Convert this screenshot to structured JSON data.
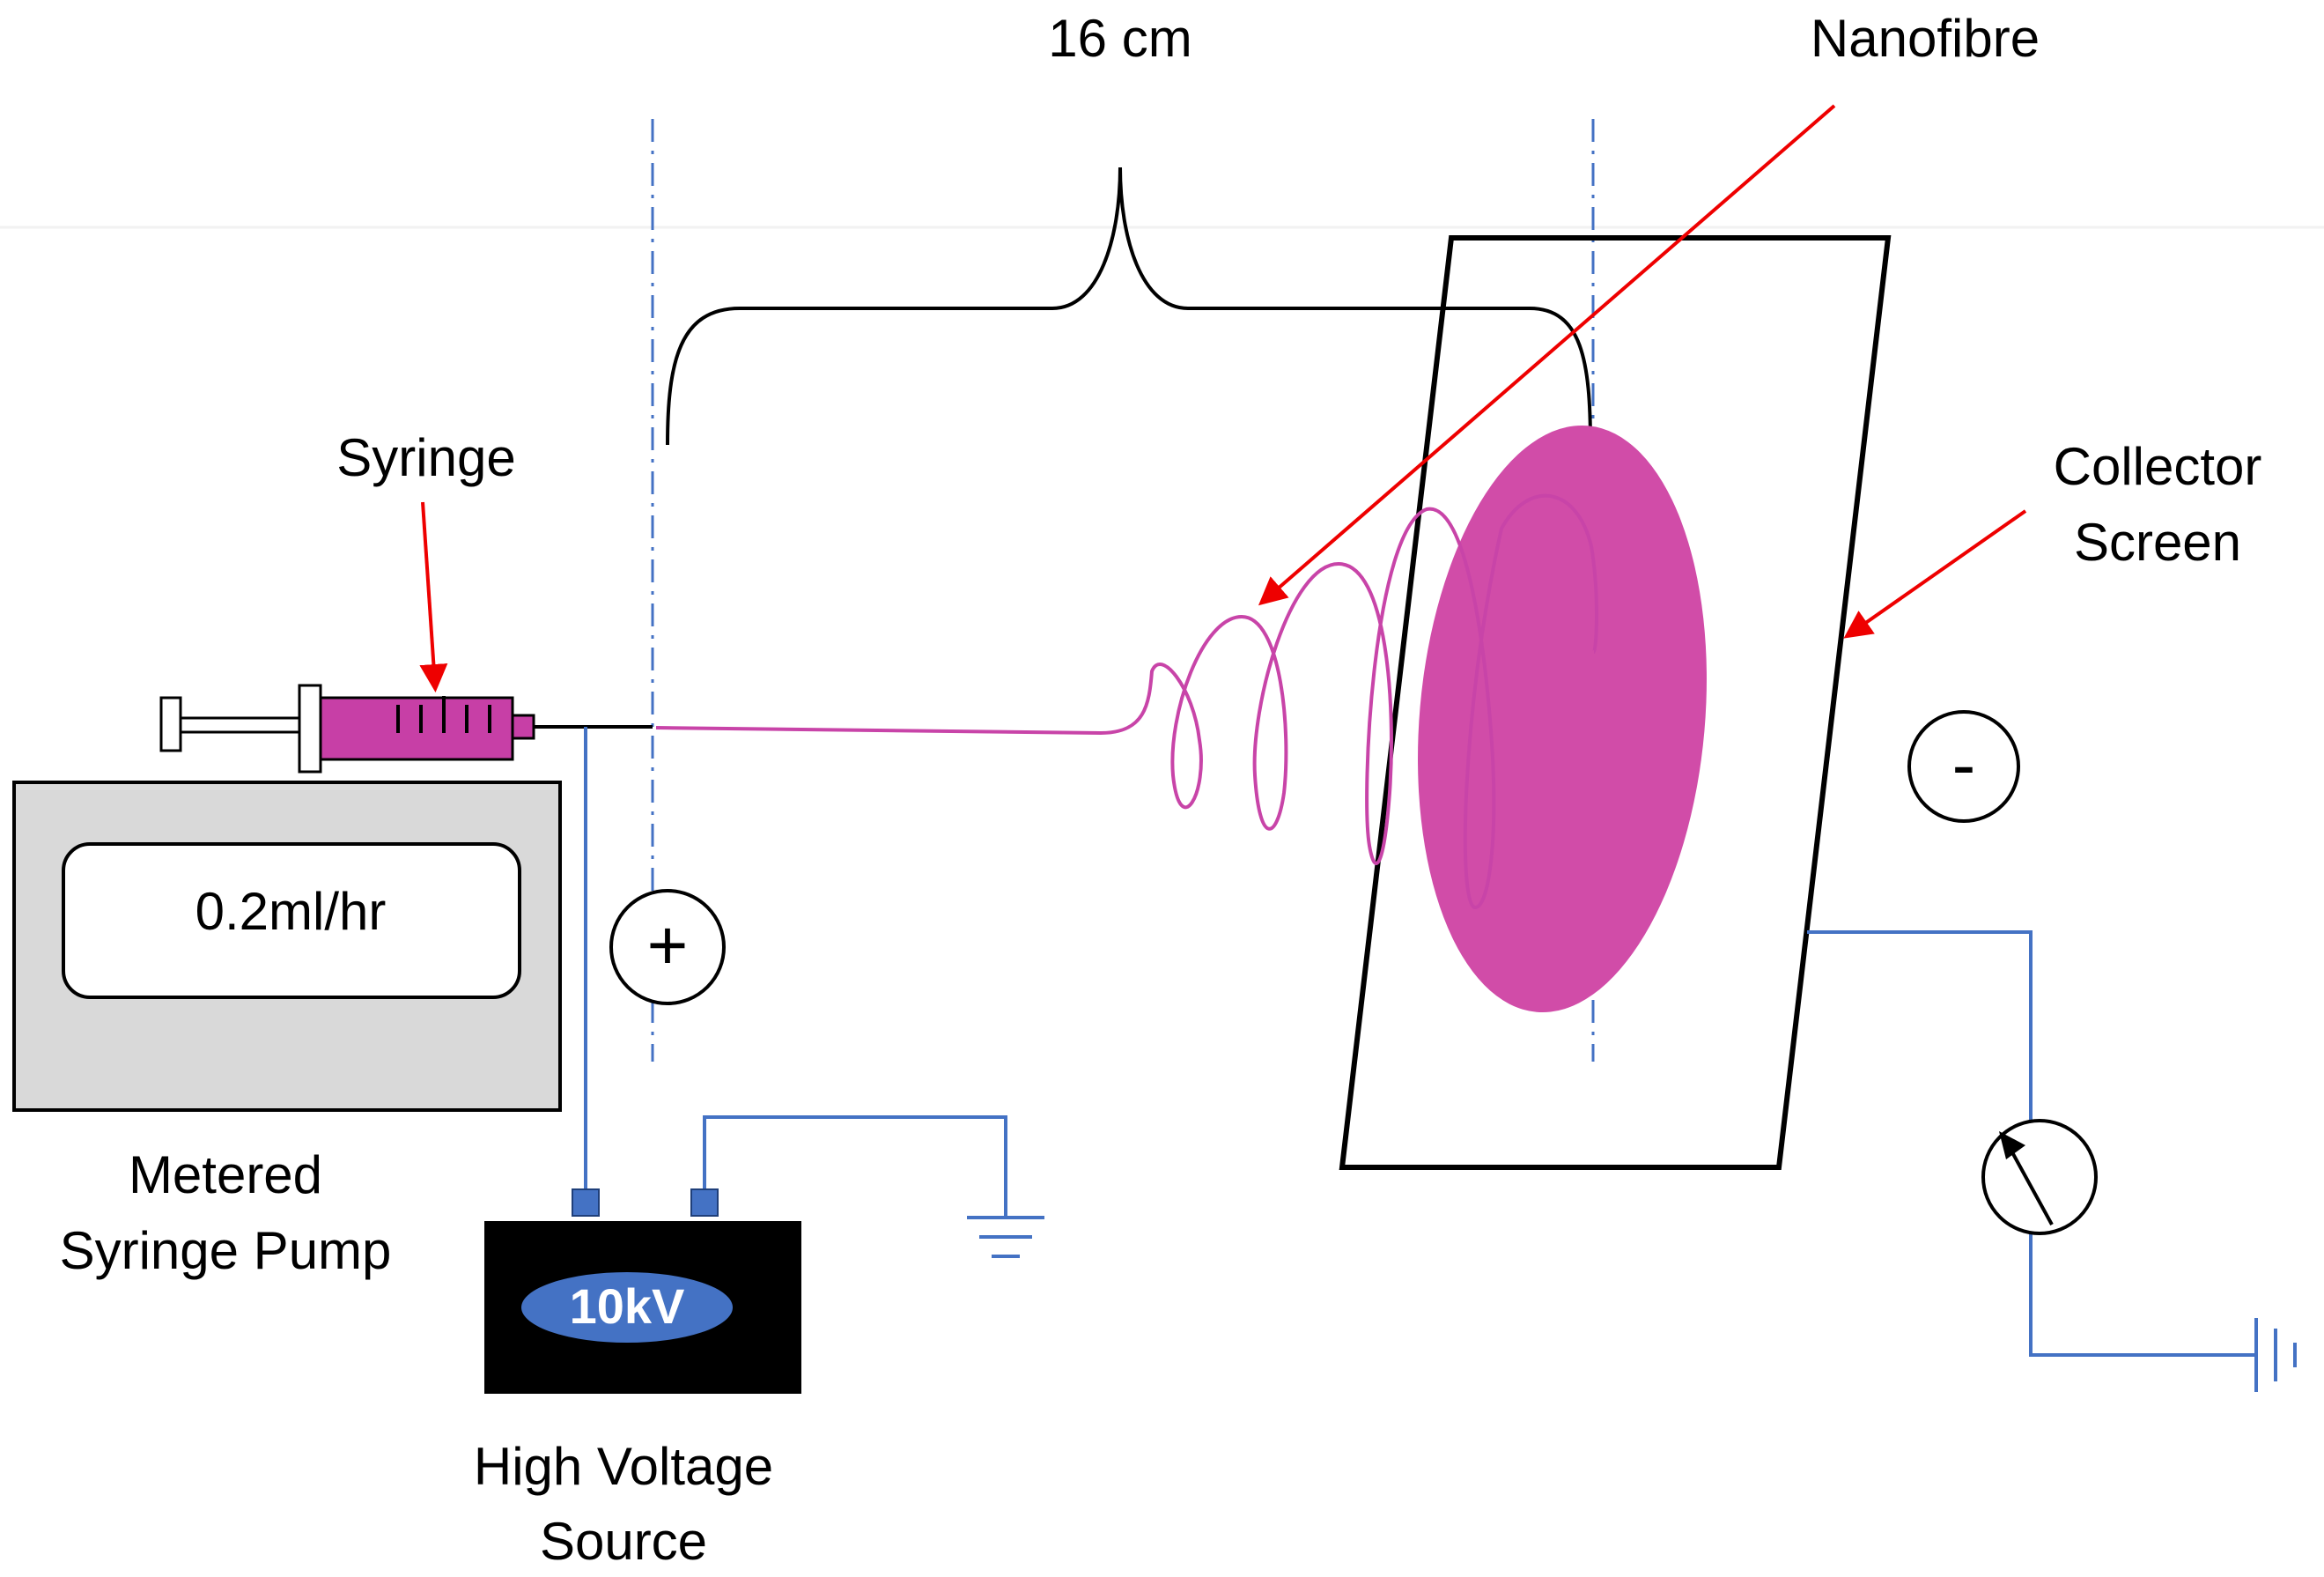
{
  "labels": {
    "distance": "16 cm",
    "nanofibre": "Nanofibre",
    "syringe": "Syringe",
    "collector_line1": "Collector",
    "collector_line2": "Screen",
    "flow_rate": "0.2ml/hr",
    "pump_line1": "Metered",
    "pump_line2": "Syringe Pump",
    "voltage": "10kV",
    "source_line1": "High Voltage",
    "source_line2": "Source",
    "positive_sign": "+",
    "negative_sign": "-"
  },
  "colors": {
    "fibre": "#C844A8",
    "deposit": "#D14CA8",
    "syringe_barrel": "#C73FA6",
    "arrow": "#EE0000",
    "wire": "#4472C4",
    "pump_body": "#D9D9D9",
    "source_body": "#000000",
    "voltage_badge": "#4472C4",
    "centerline": "#4472C4"
  },
  "icons": {
    "meter": "ammeter-icon",
    "ground": "ground-icon",
    "positive": "plus-terminal-icon",
    "negative": "minus-terminal-icon"
  }
}
